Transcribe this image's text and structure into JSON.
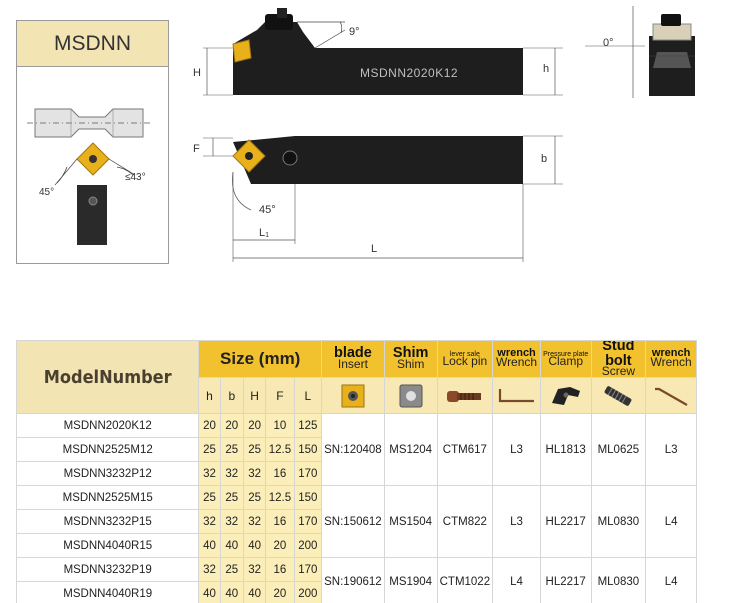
{
  "card": {
    "title": "MSDNN"
  },
  "drawing": {
    "part_label": "MSDNN2020K12",
    "angle_top": "9°",
    "angle_end": "0°",
    "angle_insert": "45°",
    "card_angle_left": "45°",
    "card_angle_right": "≤43°",
    "dim_H": "H",
    "dim_h": "h",
    "dim_F": "F",
    "dim_b": "b",
    "dim_L1": "L",
    "dim_L1_sub": "1",
    "dim_L": "L"
  },
  "table": {
    "model_header": "ModelNumber",
    "size_header": "Size (mm)",
    "dims": [
      "h",
      "b",
      "H",
      "F",
      "L"
    ],
    "accessories": [
      {
        "big": "blade",
        "small": "Insert",
        "tiny": ""
      },
      {
        "big": "Shim",
        "small": "Shim",
        "tiny": ""
      },
      {
        "big": "",
        "small": "Lock pin",
        "tiny": "lever sale"
      },
      {
        "big": "wrench",
        "small": "Wrench",
        "tiny": ""
      },
      {
        "big": "",
        "small": "Clamp",
        "tiny": "Pressure plate"
      },
      {
        "big": "Stud bolt",
        "small": "Screw",
        "tiny": ""
      },
      {
        "big": "wrench",
        "small": "Wrench",
        "tiny": ""
      }
    ],
    "icons": [
      "insert-icon",
      "shim-icon",
      "lock-pin-icon",
      "wrench-icon",
      "clamp-icon",
      "screw-icon",
      "wrench-icon"
    ],
    "rows": [
      {
        "model": "MSDNN2020K12",
        "h": "20",
        "b": "20",
        "H": "20",
        "F": "10",
        "L": "125"
      },
      {
        "model": "MSDNN2525M12",
        "h": "25",
        "b": "25",
        "H": "25",
        "F": "12.5",
        "L": "150"
      },
      {
        "model": "MSDNN3232P12",
        "h": "32",
        "b": "32",
        "H": "32",
        "F": "16",
        "L": "170"
      },
      {
        "model": "MSDNN2525M15",
        "h": "25",
        "b": "25",
        "H": "25",
        "F": "12.5",
        "L": "150"
      },
      {
        "model": "MSDNN3232P15",
        "h": "32",
        "b": "32",
        "H": "32",
        "F": "16",
        "L": "170"
      },
      {
        "model": "MSDNN4040R15",
        "h": "40",
        "b": "40",
        "H": "40",
        "F": "20",
        "L": "200"
      },
      {
        "model": "MSDNN3232P19",
        "h": "32",
        "b": "25",
        "H": "32",
        "F": "16",
        "L": "170"
      },
      {
        "model": "MSDNN4040R19",
        "h": "40",
        "b": "40",
        "H": "40",
        "F": "20",
        "L": "200"
      }
    ],
    "groups": [
      {
        "insert": "SN:120408",
        "shim": "MS1204",
        "pin": "CTM617",
        "wrench1": "L3",
        "clamp": "HL1813",
        "screw": "ML0625",
        "wrench2": "L3"
      },
      {
        "insert": "SN:150612",
        "shim": "MS1504",
        "pin": "CTM822",
        "wrench1": "L3",
        "clamp": "HL2217",
        "screw": "ML0830",
        "wrench2": "L4"
      },
      {
        "insert": "SN:190612",
        "shim": "MS1904",
        "pin": "CTM1022",
        "wrench1": "L4",
        "clamp": "HL2217",
        "screw": "ML0830",
        "wrench2": "L4"
      }
    ]
  }
}
